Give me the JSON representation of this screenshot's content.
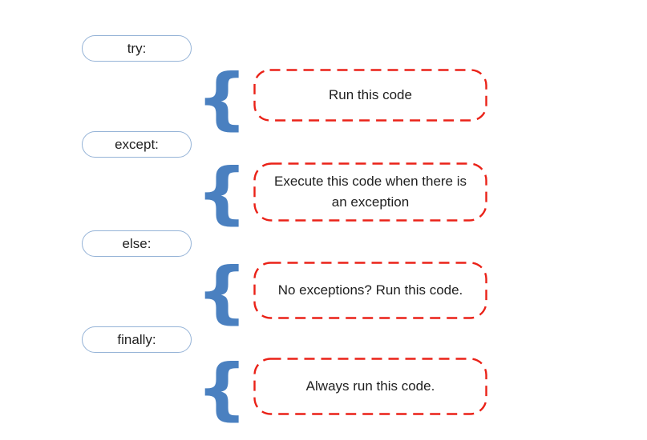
{
  "colors": {
    "pill_border": "#95b3d7",
    "brace": "#4a80c0",
    "box_border": "#ea2218",
    "text": "#1f1f1f",
    "background": "#ffffff"
  },
  "brace_glyph": "{",
  "sections": [
    {
      "keyword": "try:",
      "description": "Run this code"
    },
    {
      "keyword": "except:",
      "description": "Execute this code when there is an exception"
    },
    {
      "keyword": "else:",
      "description": "No exceptions? Run this code."
    },
    {
      "keyword": "finally:",
      "description": "Always run this code."
    }
  ]
}
